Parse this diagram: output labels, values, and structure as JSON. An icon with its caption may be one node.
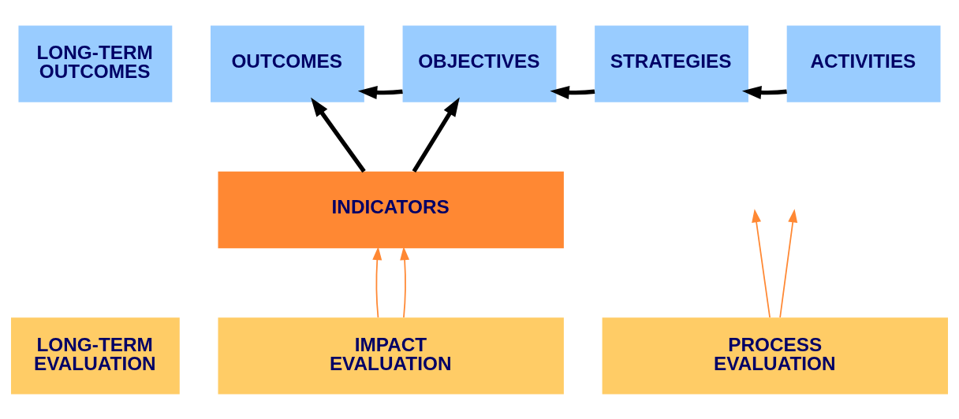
{
  "diagram": {
    "nodes": [
      {
        "text": [
          "LONG-TERM OUTCOMES"
        ]
      },
      {
        "text": [
          "OUTCOMES"
        ]
      },
      {
        "text": [
          "OBJECTIVES"
        ]
      },
      {
        "text": [
          "STRATEGIES"
        ]
      },
      {
        "text": [
          "ACTIVITIES"
        ]
      },
      {
        "text": [
          "INDICATORS"
        ]
      },
      {
        "text": [
          "LONG-TERM EVALUATION"
        ]
      },
      {
        "text": [
          "IMPACT EVALUATION"
        ]
      },
      {
        "text": [
          "PROCESS EVALUATION"
        ]
      }
    ],
    "edges": [
      {
        "from": 2,
        "to": 1,
        "arrow": "to"
      },
      {
        "from": 3,
        "to": 2,
        "arrow": "to"
      },
      {
        "from": 4,
        "to": 3,
        "arrow": "to"
      },
      {
        "from": 5,
        "to": 1,
        "arrow": "to"
      },
      {
        "from": 5,
        "to": 2,
        "arrow": "to"
      },
      {
        "from": 7,
        "to": 5,
        "arrow": "to",
        "color": "#ff8833"
      },
      {
        "from": 7,
        "to": 5,
        "arrow": "to",
        "color": "#ff8833"
      },
      {
        "from": 8,
        "to": null,
        "arrow": "to",
        "color": "#ff8833"
      },
      {
        "from": 8,
        "to": null,
        "arrow": "to",
        "color": "#ff8833"
      }
    ]
  }
}
